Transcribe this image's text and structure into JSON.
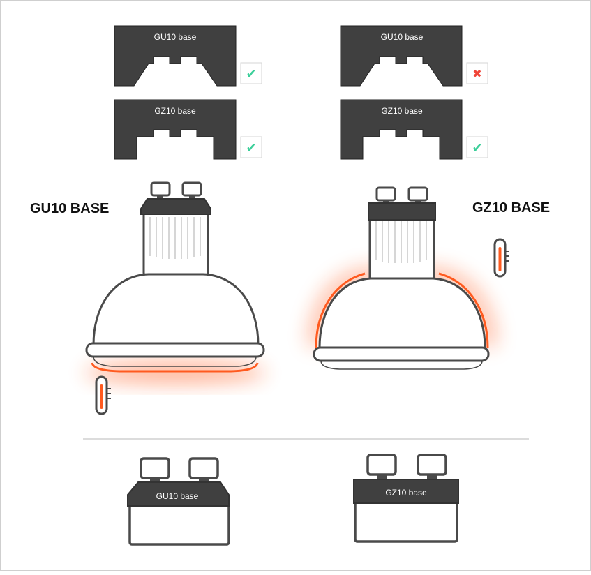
{
  "colors": {
    "dark": "#404040",
    "outline": "#4a4a4a",
    "heat": "#ff5a1f",
    "check": "#3ccf9a",
    "cross": "#f04438",
    "divider": "#d0d0d0"
  },
  "sockets": [
    {
      "label": "GU10 base",
      "result": "check",
      "result_icon": "✔"
    },
    {
      "label": "GZ10 base",
      "result": "check",
      "result_icon": "✔"
    },
    {
      "label": "GU10 base",
      "result": "cross",
      "result_icon": "✖"
    },
    {
      "label": "GZ10 base",
      "result": "check",
      "result_icon": "✔"
    }
  ],
  "bulbs": {
    "gu10": {
      "title": "GU10 BASE"
    },
    "gz10": {
      "title": "GZ10 BASE"
    }
  },
  "bases": {
    "gu10": {
      "label": "GU10 base"
    },
    "gz10": {
      "label": "GZ10 base"
    }
  }
}
